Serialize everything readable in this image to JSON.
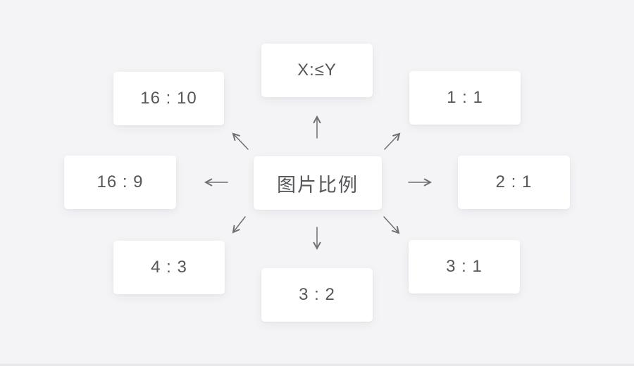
{
  "colors": {
    "background": "#f4f4f6",
    "card": "#ffffff",
    "text": "#55575a",
    "arrow": "#6e6e73"
  },
  "diagram": {
    "type": "radial-mindmap",
    "nodes": {
      "center": {
        "label": "图片比例"
      },
      "top": {
        "label": "X:≤Y"
      },
      "top_left": {
        "label": "16 : 10"
      },
      "top_right": {
        "label": "1 : 1"
      },
      "left": {
        "label": "16 : 9"
      },
      "right": {
        "label": "2 : 1"
      },
      "bottom_left": {
        "label": "4 : 3"
      },
      "bottom": {
        "label": "3 : 2"
      },
      "bottom_right": {
        "label": "3 : 1"
      }
    },
    "edges": [
      {
        "from": "center",
        "to": "top"
      },
      {
        "from": "center",
        "to": "top_left"
      },
      {
        "from": "center",
        "to": "top_right"
      },
      {
        "from": "center",
        "to": "left"
      },
      {
        "from": "center",
        "to": "right"
      },
      {
        "from": "center",
        "to": "bottom_left"
      },
      {
        "from": "center",
        "to": "bottom"
      },
      {
        "from": "center",
        "to": "bottom_right"
      }
    ]
  }
}
